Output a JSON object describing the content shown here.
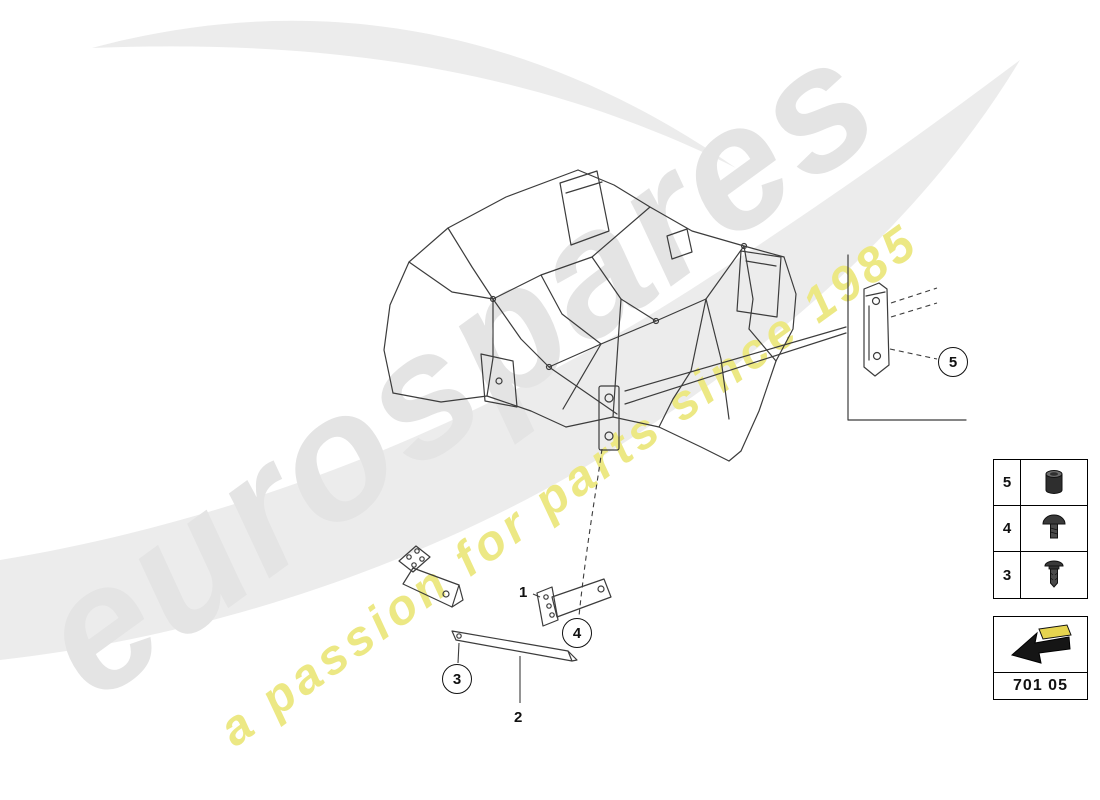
{
  "watermark": {
    "brand": "eurospares",
    "tagline": "a passion for parts since 1985"
  },
  "diagram": {
    "subject": "trim-frame-rear-part",
    "line_color": "#3c3c3c"
  },
  "callouts": {
    "c1": "1",
    "c2": "2",
    "c3": "3",
    "c4": "4",
    "c5": "5"
  },
  "legend": {
    "rows": [
      {
        "num": "5",
        "icon": "bushing-icon"
      },
      {
        "num": "4",
        "icon": "dome-screw-icon"
      },
      {
        "num": "3",
        "icon": "expansion-rivet-icon"
      }
    ]
  },
  "footer": {
    "code": "701 05"
  },
  "colors": {
    "watermark_gray": "#e4e4e4",
    "swoosh_gray": "#ececec",
    "accent_yellow": "#ece884",
    "arrow_yellow": "#e6d44f"
  }
}
